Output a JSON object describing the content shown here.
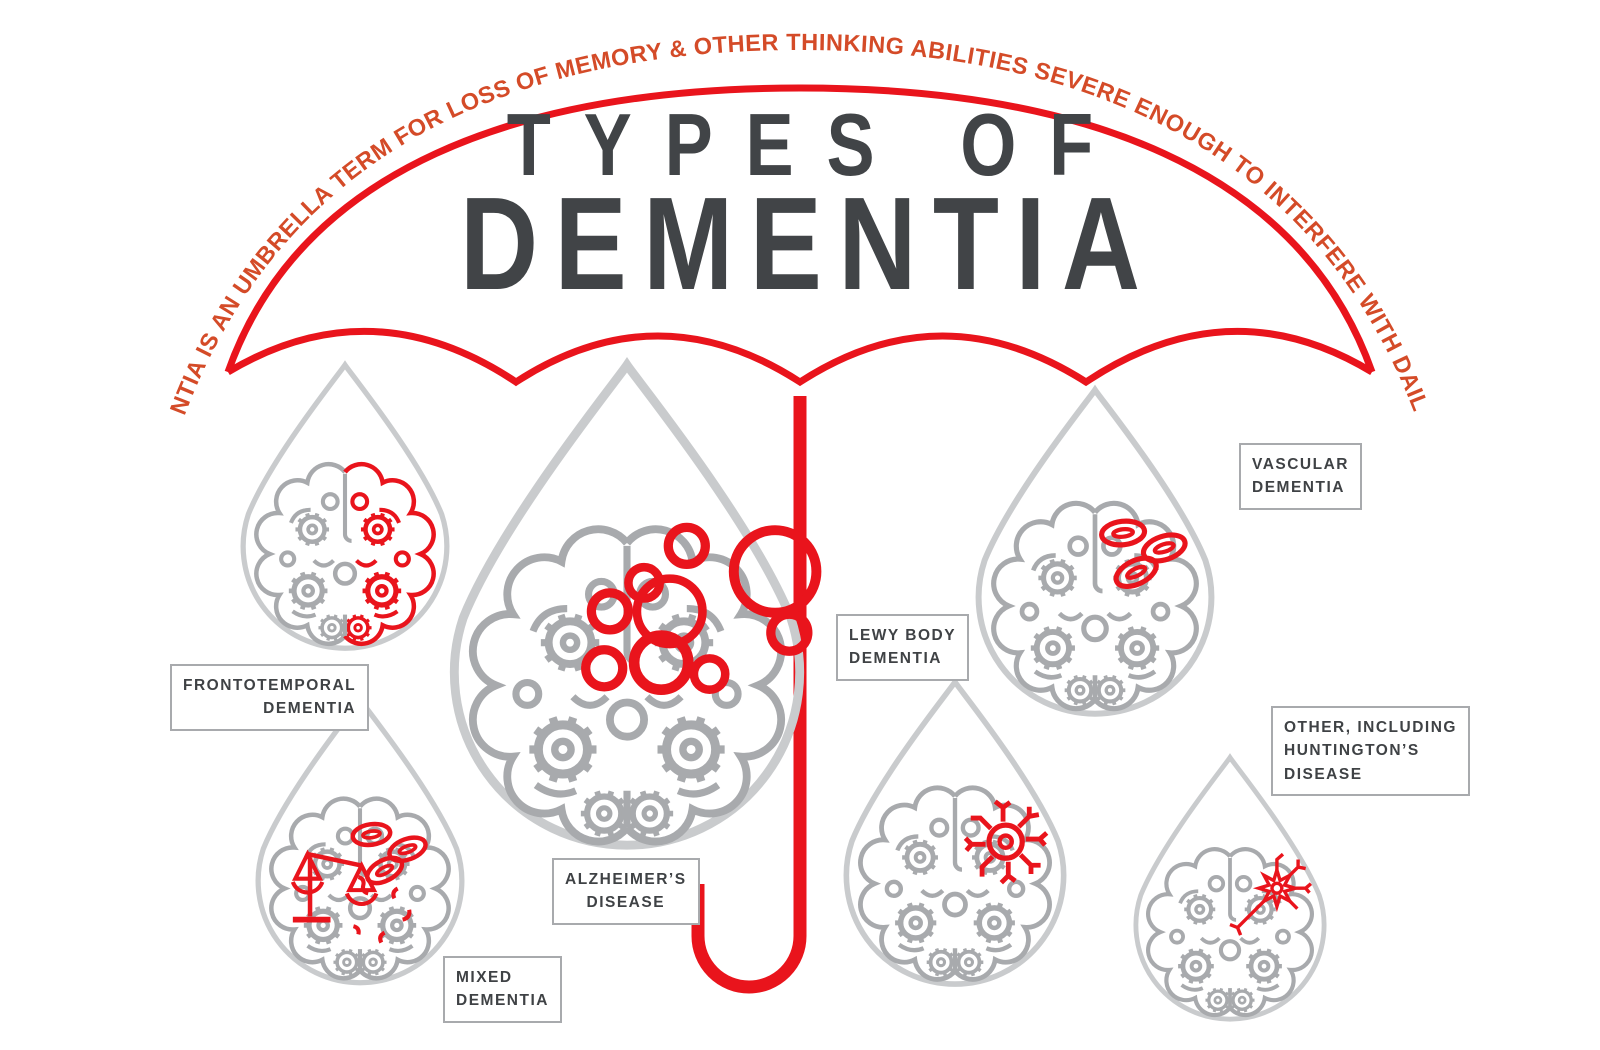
{
  "title": {
    "line1": "TYPES OF",
    "line2": "DEMENTIA"
  },
  "umbrella": {
    "arc_text": "DEMENTIA IS AN UMBRELLA TERM FOR LOSS OF MEMORY & OTHER THINKING ABILITIES SEVERE ENOUGH TO INTERFERE WITH DAILY LIFE",
    "icon": "umbrella-icon"
  },
  "colors": {
    "umbrella_red": "#e9141c",
    "arc_text_orange": "#d44b28",
    "title_gray": "#414447",
    "droplet_gray": "#c9cbcd",
    "brain_gray": "#a8aaad",
    "label_border_gray": "#a8aaad",
    "label_text_gray": "#3f4245",
    "background": "#ffffff"
  },
  "types": [
    {
      "id": "frontotemporal",
      "label": "FRONTOTEMPORAL\nDEMENTIA",
      "icon": "half-red-brain-gears-icon",
      "red_motif": "red-right-hemisphere"
    },
    {
      "id": "alzheimers",
      "label": "ALZHEIMER’S\nDISEASE",
      "icon": "brain-with-plaque-circles-icon",
      "red_motif": "amyloid-plaque-circles"
    },
    {
      "id": "mixed",
      "label": "MIXED\nDEMENTIA",
      "icon": "brain-with-scales-blood-cells-icon",
      "red_motif": "scales-blood-cells-tangles"
    },
    {
      "id": "lewy",
      "label": "LEWY BODY\nDEMENTIA",
      "icon": "brain-with-neuron-icon",
      "red_motif": "lewy-body-neuron"
    },
    {
      "id": "vascular",
      "label": "VASCULAR\nDEMENTIA",
      "icon": "brain-with-blood-cells-icon",
      "red_motif": "blood-cells"
    },
    {
      "id": "other",
      "label": "OTHER, INCLUDING\nHUNTINGTON’S\nDISEASE",
      "icon": "brain-with-neuron-axon-icon",
      "red_motif": "neuron-with-long-axon"
    }
  ]
}
